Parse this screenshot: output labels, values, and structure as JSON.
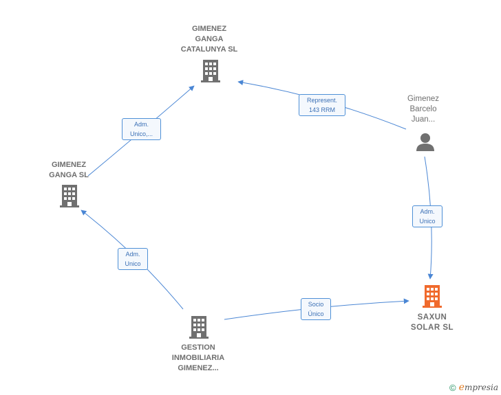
{
  "nodes": {
    "catalunya": {
      "label": "GIMENEZ\nGANGA\nCATALUNYA SL",
      "icon": "building-icon",
      "color": "#707070"
    },
    "ganga": {
      "label": "GIMENEZ\nGANGA SL",
      "icon": "building-icon",
      "color": "#707070"
    },
    "gestion": {
      "label": "GESTION\nINMOBILIARIA\nGIMENEZ...",
      "icon": "building-icon",
      "color": "#707070"
    },
    "person": {
      "label": "Gimenez\nBarcelo\nJuan...",
      "icon": "person-icon",
      "color": "#707070"
    },
    "saxun": {
      "label": "SAXUN\nSOLAR  SL",
      "icon": "building-icon",
      "color": "#f06a2c"
    }
  },
  "edges": {
    "ganga_to_catalunya": "Adm.\nUnico,...",
    "person_to_catalunya": "Represent.\n143 RRM",
    "gestion_to_ganga": "Adm.\nUnico",
    "person_to_saxun": "Adm.\nUnico",
    "gestion_to_saxun": "Socio\nÚnico"
  },
  "colors": {
    "edge": "#4a86d4",
    "label_border": "#4d8fd6"
  },
  "footer": {
    "copyright": "©",
    "brand_first": "e",
    "brand_rest": "mpresia"
  }
}
